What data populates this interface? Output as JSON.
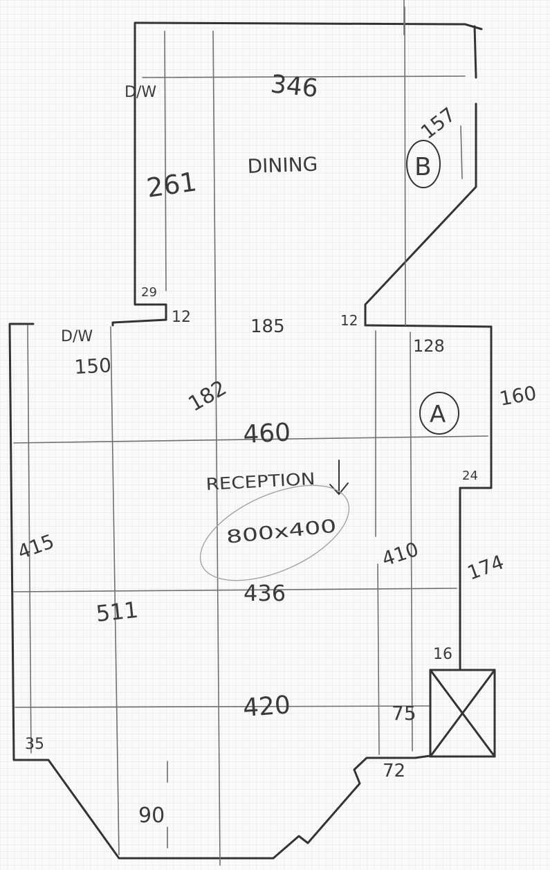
{
  "colors": {
    "paper": "#fafafa",
    "grid": "#c9d3db",
    "pencil": "#333333",
    "light_pencil": "#7a7a7a",
    "faint_pencil": "#a0a0a0"
  },
  "rooms": {
    "dining": "DINING",
    "reception": "RECEPTION",
    "marker_a": "A",
    "marker_b": "B"
  },
  "notes": {
    "dw_top": "D/W",
    "dw_left": "D/W",
    "reception_size": "800x400"
  },
  "dimensions": {
    "dining_width": "346",
    "dining_left_height": "261",
    "bay_b_diagonal": "157",
    "step_left": "29",
    "step_left_2": "12",
    "opening_width": "185",
    "step_right": "12",
    "alcove_width": "128",
    "alcove_height": "160",
    "recess": "24",
    "left_width": "150",
    "opening_depth": "182",
    "width_upper": "460",
    "left_height": "415",
    "right_height": "410",
    "width_middle": "436",
    "chimney_height": "511",
    "right_lower_height": "174",
    "chimney_width": "16",
    "width_lower": "420",
    "fireplace_depth": "75",
    "corner_left": "35",
    "corner_right": "72",
    "bay_depth": "90"
  }
}
